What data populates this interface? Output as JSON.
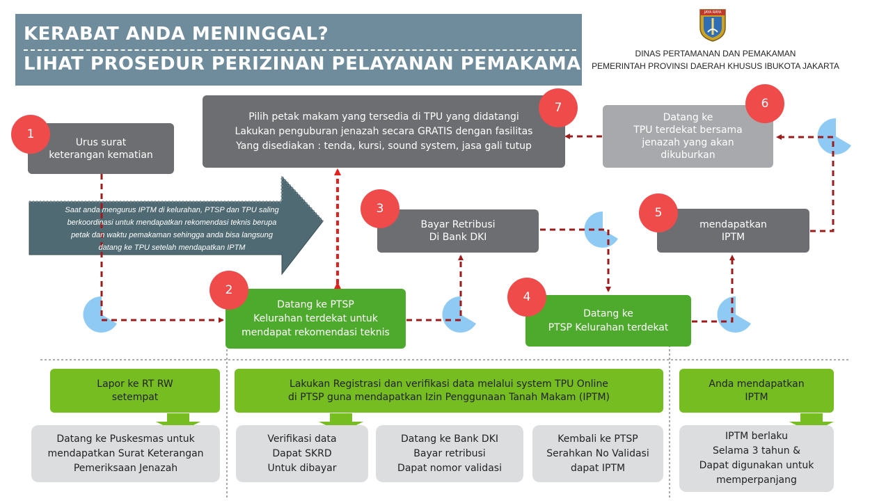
{
  "header": {
    "title_line1": "KERABAT ANDA MENINGGAL?",
    "title_line2": "LIHAT PROSEDUR PERIZINAN PELAYANAN PEMAKAMAN..",
    "agency_line1": "DINAS PERTAMANAN DAN PEMAKAMAN",
    "agency_line2": "PEMERINTAH PROVINSI DAERAH KHUSUS IBUKOTA JAKARTA",
    "logo": "jakarta-coat-of-arms",
    "logo_text": "JAYA RAYA"
  },
  "colors": {
    "banner": "#6e8c9b",
    "dark_gray": "#6d6e71",
    "light_gray": "#a7a9ac",
    "green": "#4eaa2d",
    "lime": "#76bd22",
    "pale_gray": "#dcdddf",
    "number_red": "#ef4b4b",
    "arrow_red": "#9e1b1b",
    "clock_blue": "#8ecaf3"
  },
  "steps": [
    {
      "number": "1",
      "lines": [
        "Urus surat",
        "keterangan kematian"
      ]
    },
    {
      "number": "2",
      "lines": [
        "Datang ke PTSP",
        "Kelurahan terdekat untuk",
        "mendapat rekomendasi teknis"
      ]
    },
    {
      "number": "3",
      "lines": [
        "Bayar Retribusi",
        "Di Bank DKI"
      ]
    },
    {
      "number": "4",
      "lines": [
        "Datang ke",
        "PTSP Kelurahan terdekat"
      ]
    },
    {
      "number": "5",
      "lines": [
        "mendapatkan",
        "IPTM"
      ]
    },
    {
      "number": "6",
      "lines": [
        "Datang ke",
        "TPU terdekat bersama",
        "jenazah yang akan",
        "dikuburkan"
      ]
    },
    {
      "number": "7",
      "lines": [
        "Pilih petak makam yang tersedia di TPU yang didatangi",
        "Lakukan penguburan jenazah secara GRATIS dengan fasilitas",
        "Yang disediakan : tenda, kursi, sound system, jasa gali tutup"
      ]
    }
  ],
  "note": {
    "lines": [
      "Saat anda mengurus IPTM di kelurahan, PTSP dan TPU saling",
      "berkoordinasi untuk mendapatkan rekomendasi teknis berupa",
      "petak dan waktu pemakaman sehingga anda bisa langsung",
      "datang ke TPU setelah mendapatkan IPTM"
    ]
  },
  "bottom": {
    "left": {
      "header": [
        "Lapor ke RT RW",
        "setempat"
      ],
      "card": [
        "Datang ke Puskesmas untuk",
        "mendapatkan Surat Keterangan",
        "Pemeriksaan Jenazah"
      ]
    },
    "middle": {
      "header": [
        "Lakukan Registrasi dan verifikasi data melalui system TPU Online",
        "di PTSP guna mendapatkan Izin Penggunaan Tanah Makam (IPTM)"
      ],
      "cards": [
        [
          "Verifikasi data",
          "Dapat SKRD",
          "Untuk dibayar"
        ],
        [
          "Datang ke Bank DKI",
          "Bayar retribusi",
          "Dapat nomor validasi"
        ],
        [
          "Kembali ke PTSP",
          "Serahkan No Validasi",
          "dapat IPTM"
        ]
      ]
    },
    "right": {
      "header": [
        "Anda mendapatkan",
        "IPTM"
      ],
      "card": [
        "IPTM berlaku",
        "Selama 3 tahun &",
        "Dapat digunakan untuk",
        "memperpanjang"
      ]
    }
  }
}
